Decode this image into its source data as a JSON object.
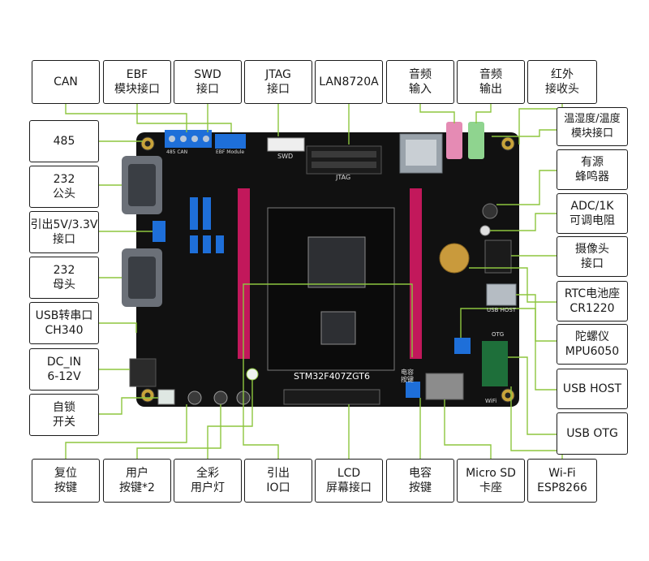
{
  "colors": {
    "board": "#111111",
    "connector": "#8dc63f",
    "header_pink": "#c2185b",
    "label_border": "#1a1a1a"
  },
  "labels": {
    "top": [
      {
        "id": "can",
        "lines": [
          "CAN"
        ]
      },
      {
        "id": "ebf",
        "lines": [
          "EBF",
          "模块接口"
        ]
      },
      {
        "id": "swd",
        "lines": [
          "SWD",
          "接口"
        ]
      },
      {
        "id": "jtag",
        "lines": [
          "JTAG",
          "接口"
        ]
      },
      {
        "id": "lan",
        "lines": [
          "LAN8720A"
        ]
      },
      {
        "id": "audio_in",
        "lines": [
          "音频",
          "输入"
        ]
      },
      {
        "id": "audio_out",
        "lines": [
          "音频",
          "输出"
        ]
      },
      {
        "id": "ir",
        "lines": [
          "红外",
          "接收头"
        ]
      }
    ],
    "left": [
      {
        "id": "rs485",
        "lines": [
          "485"
        ]
      },
      {
        "id": "rs232_m",
        "lines": [
          "232",
          "公头"
        ]
      },
      {
        "id": "power_out",
        "lines": [
          "引出5V/3.3V",
          "接口"
        ]
      },
      {
        "id": "rs232_f",
        "lines": [
          "232",
          "母头"
        ]
      },
      {
        "id": "usb_serial",
        "lines": [
          "USB转串口",
          "CH340"
        ]
      },
      {
        "id": "dc_in",
        "lines": [
          "DC_IN",
          "6-12V"
        ]
      },
      {
        "id": "lock_switch",
        "lines": [
          "自锁",
          "开关"
        ]
      }
    ],
    "right": [
      {
        "id": "temp_humidity",
        "lines": [
          "温湿度/温度",
          "模块接口"
        ]
      },
      {
        "id": "buzzer",
        "lines": [
          "有源",
          "蜂鸣器"
        ]
      },
      {
        "id": "adc",
        "lines": [
          "ADC/1K",
          "可调电阻"
        ]
      },
      {
        "id": "camera",
        "lines": [
          "摄像头",
          "接口"
        ]
      },
      {
        "id": "rtc",
        "lines": [
          "RTC电池座",
          "CR1220"
        ]
      },
      {
        "id": "gyro",
        "lines": [
          "陀螺仪",
          "MPU6050"
        ]
      },
      {
        "id": "usb_host",
        "lines": [
          "USB HOST"
        ]
      },
      {
        "id": "usb_otg",
        "lines": [
          "USB OTG"
        ]
      }
    ],
    "bottom": [
      {
        "id": "reset",
        "lines": [
          "复位",
          "按键"
        ]
      },
      {
        "id": "user_keys",
        "lines": [
          "用户",
          "按键*2"
        ]
      },
      {
        "id": "rgb_led",
        "lines": [
          "全彩",
          "用户灯"
        ]
      },
      {
        "id": "io_out",
        "lines": [
          "引出",
          "IO口"
        ]
      },
      {
        "id": "lcd",
        "lines": [
          "LCD",
          "屏幕接口"
        ]
      },
      {
        "id": "cap_key",
        "lines": [
          "电容",
          "按键"
        ]
      },
      {
        "id": "microsd",
        "lines": [
          "Micro SD",
          "卡座"
        ]
      },
      {
        "id": "wifi",
        "lines": [
          "Wi-Fi",
          "ESP8266"
        ]
      }
    ]
  },
  "board": {
    "mcu_label": "STM32F407ZGT6",
    "silk_swd": "SWD",
    "silk_jtag": "JTAG",
    "silk_cap": "电容\n按键",
    "silk_usb_host": "USB HOST",
    "silk_otg": "OTG",
    "silk_wifi": "WiFi",
    "silk_ebf": "EBF Module",
    "silk_can": "485 CAN"
  }
}
